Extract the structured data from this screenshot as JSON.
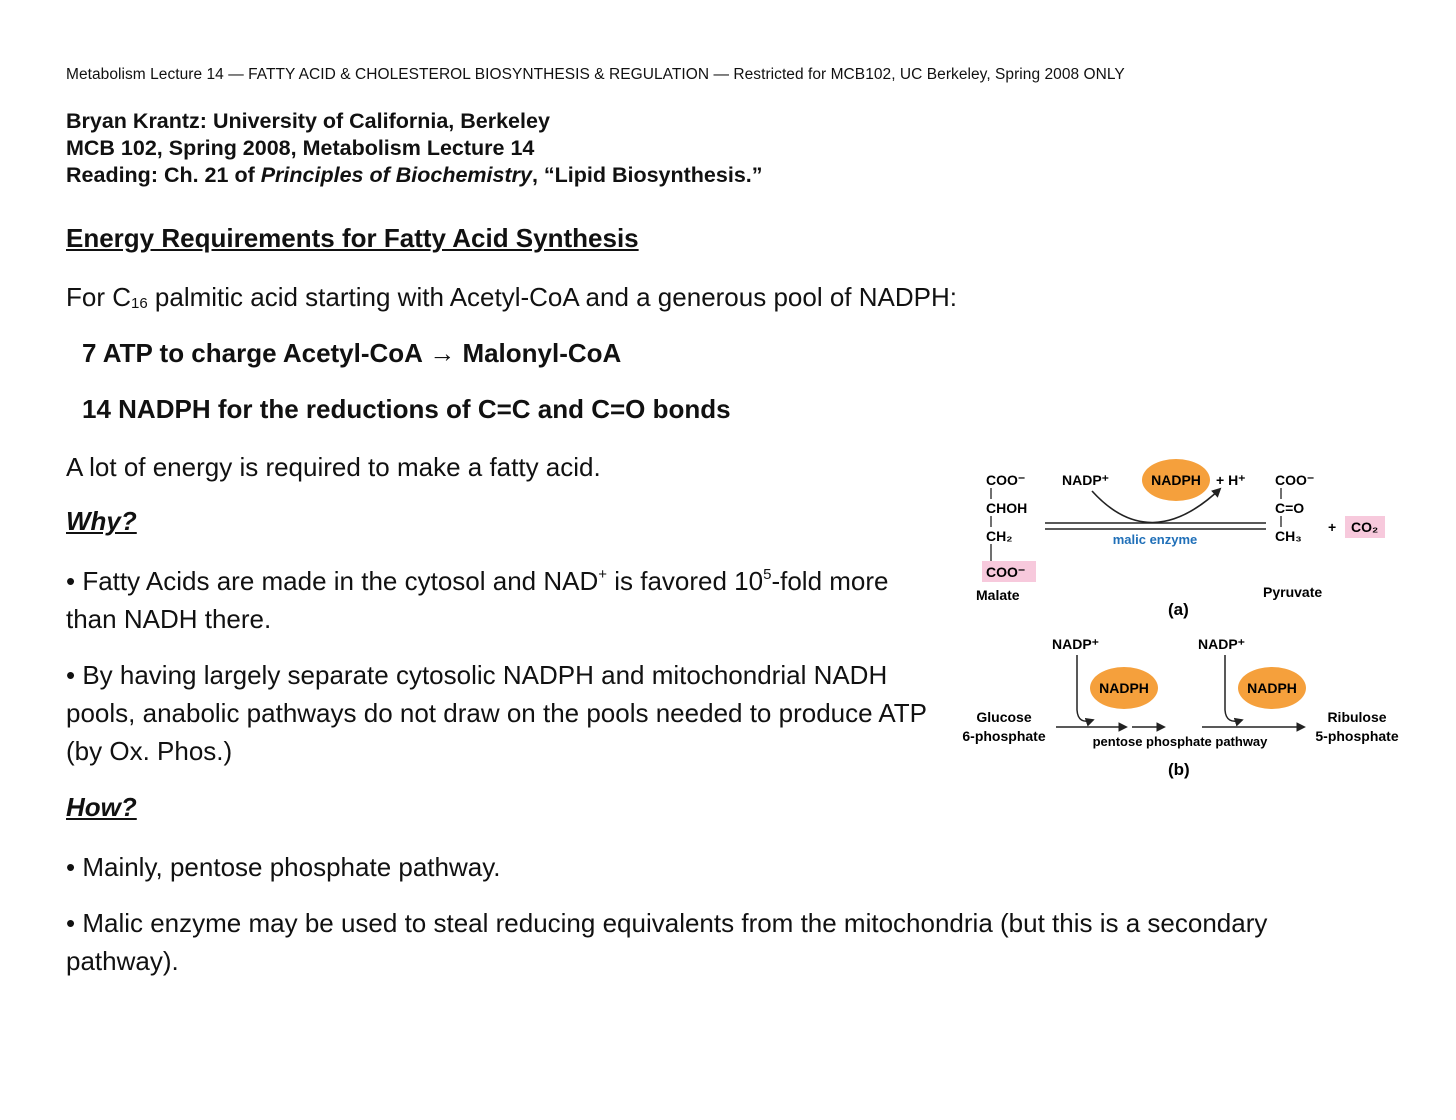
{
  "header": {
    "running_title": "Metabolism Lecture 14 — FATTY ACID & CHOLESTEROL BIOSYNTHESIS & REGULATION — Restricted for MCB102, UC Berkeley, Spring 2008 ONLY"
  },
  "author_block": {
    "line1": "Bryan  Krantz: University of California, Berkeley",
    "line2": "MCB 102, Spring 2008, Metabolism Lecture 14",
    "line3_prefix": "Reading: Ch. 21 of ",
    "line3_book": "Principles of Biochemistry",
    "line3_suffix": ", “Lipid Biosynthesis.”"
  },
  "section": {
    "heading": "Energy Requirements for Fatty Acid Synthesis",
    "intro_pre": "For C",
    "intro_sub": "16",
    "intro_post": " palmitic acid starting with Acetyl-CoA and a generous pool of NADPH:",
    "atp_line": "7 ATP to charge Acetyl-CoA → Malonyl-CoA",
    "nadph_line": "14 NADPH for the reductions of C=C and C=O bonds",
    "energy_statement": "A lot of energy is required to make a fatty acid.",
    "why_heading": "Why?",
    "why_b1_pre": "• Fatty Acids are made in the cytosol and NAD",
    "why_b1_sup1": "+",
    "why_b1_mid": " is favored 10",
    "why_b1_sup2": "5",
    "why_b1_post": "-fold more than NADH there.",
    "why_b2": "• By having largely separate cytosolic NADPH and mitochondrial NADH pools, anabolic pathways do not draw on the pools needed to produce ATP (by Ox. Phos.)",
    "how_heading": "How?",
    "how_b1": "• Mainly, pentose phosphate pathway.",
    "how_b2": "• Malic enzyme may be used to steal reducing equivalents from the mitochondria (but this is a secondary pathway)."
  },
  "figure": {
    "panel_a": {
      "malate_groups": [
        "COO⁻",
        "CHOH",
        "CH₂",
        "COO⁻"
      ],
      "malate_label": "Malate",
      "cofactor_in": "NADP⁺",
      "cofactor_out": "NADPH",
      "proton": "+ H⁺",
      "enzyme": "malic enzyme",
      "pyruvate_groups": [
        "COO⁻",
        "C=O",
        "CH₃"
      ],
      "pyruvate_label": "Pyruvate",
      "co2": "CO₂",
      "plus": "+",
      "label": "(a)"
    },
    "panel_b": {
      "substrate": [
        "Glucose",
        "6-phosphate"
      ],
      "cofactor_in_1": "NADP⁺",
      "cofactor_in_2": "NADP⁺",
      "cofactor_out_1": "NADPH",
      "cofactor_out_2": "NADPH",
      "pathway": "pentose phosphate pathway",
      "product": [
        "Ribulose",
        "5-phosphate"
      ],
      "label": "(b)"
    },
    "colors": {
      "nadph_fill": "#f5a03c",
      "highlight_pink": "#f7c9dc",
      "enzyme_blue": "#1f6fb8"
    }
  }
}
